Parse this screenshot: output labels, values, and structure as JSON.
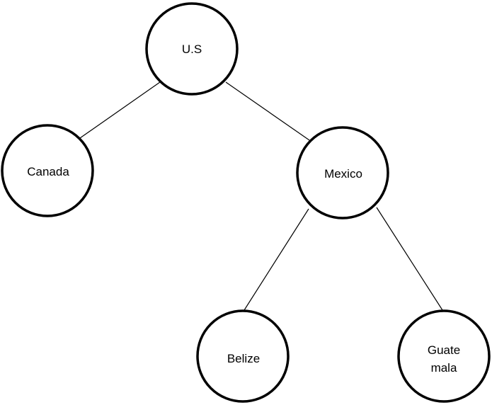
{
  "diagram": {
    "nodes": [
      {
        "id": "us",
        "lines": [
          "U.S"
        ]
      },
      {
        "id": "canada",
        "lines": [
          "Canada"
        ]
      },
      {
        "id": "mexico",
        "lines": [
          "Mexico"
        ]
      },
      {
        "id": "belize",
        "lines": [
          "Belize"
        ]
      },
      {
        "id": "guatemala",
        "lines": [
          "Guate",
          "mala"
        ]
      }
    ],
    "edges": [
      {
        "from": "us",
        "to": "canada"
      },
      {
        "from": "us",
        "to": "mexico"
      },
      {
        "from": "mexico",
        "to": "belize"
      },
      {
        "from": "mexico",
        "to": "guatemala"
      }
    ]
  }
}
